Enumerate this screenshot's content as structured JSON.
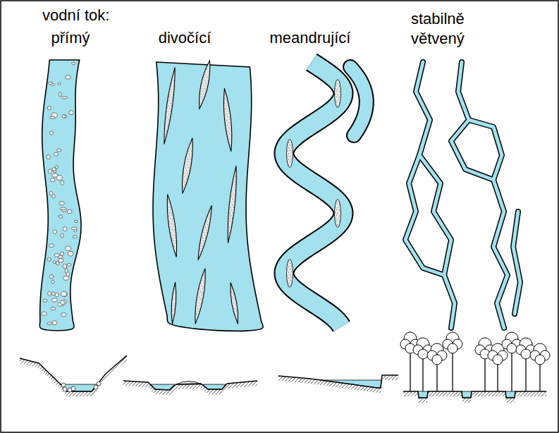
{
  "diagram": {
    "title": "vodní tok:",
    "labels": [
      "přímý",
      "divočící",
      "meandrující",
      "stabilně větvený"
    ]
  }
}
